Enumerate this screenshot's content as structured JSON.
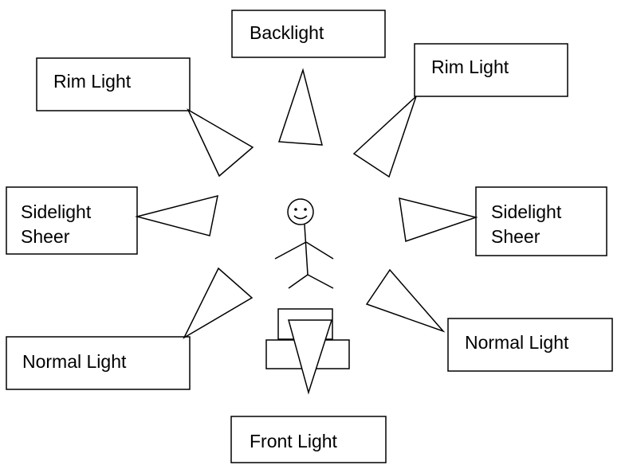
{
  "labels": {
    "backlight": "Backlight",
    "rim_left": "Rim Light",
    "rim_right": "Rim Light",
    "side_left_line1": "Sidelight",
    "side_left_line2": "Sheer",
    "side_right_line1": "Sidelight",
    "side_right_line2": "Sheer",
    "normal_left": "Normal Light",
    "normal_right": "Normal Light",
    "front": "Front Light"
  },
  "colors": {
    "stroke": "#000000",
    "fill": "#ffffff"
  }
}
